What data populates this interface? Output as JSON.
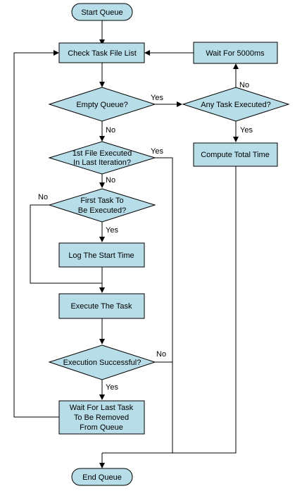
{
  "nodes": {
    "start_queue": {
      "label": "Start Queue"
    },
    "check_task_file_list": {
      "label": "Check Task File List"
    },
    "empty_queue": {
      "label": "Empty Queue?"
    },
    "any_task_executed": {
      "label": "Any Task Executed?"
    },
    "wait_5000": {
      "label": "Wait For 5000ms"
    },
    "compute_total_time": {
      "label": "Compute Total Time"
    },
    "first_file_executed": {
      "line1": "1st File Executed",
      "line2": "In Last Iteration?"
    },
    "first_task_to_exec": {
      "line1": "First Task To",
      "line2": "Be Executed?"
    },
    "log_start_time": {
      "label": "Log The Start Time"
    },
    "execute_task": {
      "label": "Execute The Task"
    },
    "execution_successful": {
      "label": "Execution Successful?"
    },
    "wait_last_task": {
      "line1": "Wait For Last Task",
      "line2": "To Be Removed",
      "line3": "From Queue"
    },
    "end_queue": {
      "label": "End Queue"
    }
  },
  "edge_labels": {
    "empty_queue_yes": "Yes",
    "empty_queue_no": "No",
    "any_task_no": "No",
    "any_task_yes": "Yes",
    "first_file_yes": "Yes",
    "first_file_no": "No",
    "first_task_no": "No",
    "first_task_yes": "Yes",
    "exec_success_no": "No",
    "exec_success_yes": "Yes"
  },
  "colors": {
    "node_fill": "#b7dde8",
    "stroke": "#000000"
  }
}
